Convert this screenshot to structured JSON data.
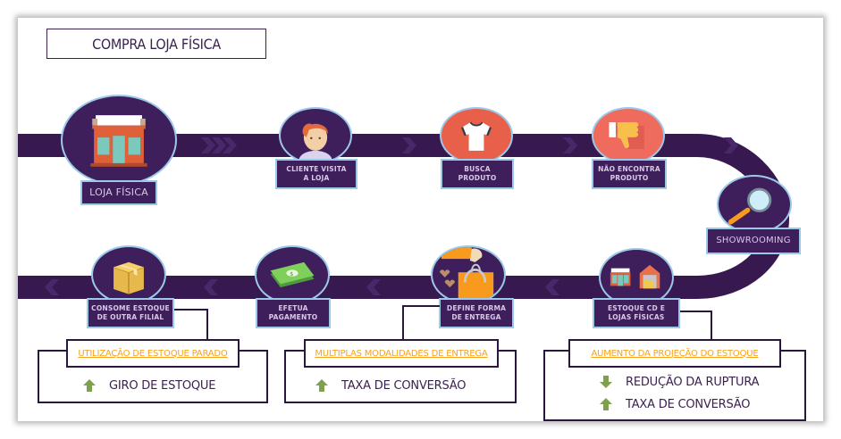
{
  "title": "COMPRA LOJA FÍSICA",
  "colors": {
    "road": "#37194f",
    "node_fill": "#3f1f5b",
    "node_border": "#9cc9ea",
    "outcome_heading": "#f7a21b",
    "arrow_green": "#7fa04e",
    "text_dark": "#3b2150"
  },
  "steps": [
    {
      "label": "LOJA FÍSICA",
      "icon": "storefront-icon"
    },
    {
      "label": "CLIENTE VISITA\nA LOJA",
      "icon": "customer-icon"
    },
    {
      "label": "BUSCA\nPRODUTO",
      "icon": "tshirt-icon"
    },
    {
      "label": "NÃO ENCONTRA\nPRODUTO",
      "icon": "thumbs-down-icon"
    },
    {
      "label": "SHOWROOMING",
      "icon": "magnifier-icon"
    },
    {
      "label": "ESTOQUE CD E\nLOJAS FÍSICAS",
      "icon": "store-warehouse-icon"
    },
    {
      "label": "DEFINE FORMA\nDE ENTREGA",
      "icon": "shopping-bag-icon"
    },
    {
      "label": "EFETUA\nPAGAMENTO",
      "icon": "money-icon"
    },
    {
      "label": "CONSOME ESTOQUE\nDE OUTRA FILIAL",
      "icon": "box-icon"
    }
  ],
  "outcomes": [
    {
      "heading": "UTILIZAÇÃO DE ESTOQUE PARADO",
      "metrics": [
        {
          "direction": "up",
          "text": "GIRO DE ESTOQUE"
        }
      ]
    },
    {
      "heading": "MULTIPLAS MODALIDADES DE ENTREGA",
      "metrics": [
        {
          "direction": "up",
          "text": "TAXA DE CONVERSÃO"
        }
      ]
    },
    {
      "heading": "AUMENTO DA PROJEÇÃO DO ESTOQUE",
      "metrics": [
        {
          "direction": "down",
          "text": "REDUÇÃO DA RUPTURA"
        },
        {
          "direction": "up",
          "text": "TAXA DE CONVERSÃO"
        }
      ]
    }
  ]
}
